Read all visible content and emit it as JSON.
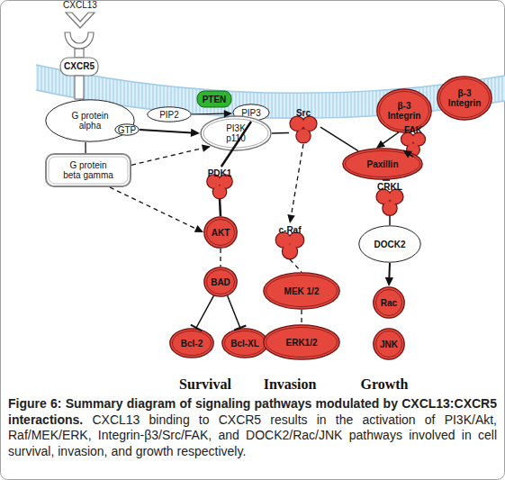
{
  "diagram": {
    "caption": "Figure 6: Summary diagram of signaling pathways modulated by CXCL13:CXCR5 interactions. CXCL13 binding to CXCR5 results in the activation of PI3K/Akt, Raf/MEK/ERK, Integrin-β3/Src/FAK, and DOCK2/Rac/JNK pathways involved in cell survival, invasion, and growth respectively.",
    "nodes": [
      {
        "text": [
          "CXCL13"
        ]
      },
      {
        "text": [
          "CXCR5"
        ]
      },
      {
        "text": [
          "G protein alpha"
        ]
      },
      {
        "text": [
          "GTP"
        ]
      },
      {
        "text": [
          "G protein beta gamma"
        ]
      },
      {
        "text": [
          "PTEN"
        ]
      },
      {
        "text": [
          "PIP2"
        ]
      },
      {
        "text": [
          "PIP3"
        ]
      },
      {
        "text": [
          "PI3K p110"
        ]
      },
      {
        "text": [
          "Src"
        ]
      },
      {
        "text": [
          "β-3 Integrin"
        ]
      },
      {
        "text": [
          "β-3 Integrin"
        ]
      },
      {
        "text": [
          "FAK"
        ]
      },
      {
        "text": [
          "PDK1"
        ]
      },
      {
        "text": [
          "AKT"
        ]
      },
      {
        "text": [
          "c-Raf"
        ]
      },
      {
        "text": [
          "Paxillin"
        ]
      },
      {
        "text": [
          "BAD"
        ]
      },
      {
        "text": [
          "MEK 1/2"
        ]
      },
      {
        "text": [
          "CRKL"
        ]
      },
      {
        "text": [
          "DOCK2"
        ]
      },
      {
        "text": [
          "Bcl-2"
        ]
      },
      {
        "text": [
          "Bcl-XL"
        ]
      },
      {
        "text": [
          "ERK1/2"
        ]
      },
      {
        "text": [
          "Rac"
        ]
      },
      {
        "text": [
          "JNK"
        ]
      }
    ],
    "edges": [
      {
        "from": 2,
        "to": 4,
        "arrow": "none"
      },
      {
        "from": 3,
        "to": 8,
        "arrow": "to"
      },
      {
        "from": 4,
        "to": 8,
        "arrow": "to"
      },
      {
        "from": 4,
        "to": 14,
        "arrow": "to"
      },
      {
        "from": 6,
        "to": 7,
        "arrow": "to"
      },
      {
        "from": 7,
        "to": 13,
        "arrow": "none"
      },
      {
        "from": 13,
        "to": 14,
        "arrow": "none"
      },
      {
        "from": 8,
        "to": 9,
        "arrow": "none"
      },
      {
        "from": 9,
        "to": 15,
        "arrow": "to"
      },
      {
        "from": 9,
        "to": 16,
        "arrow": "none"
      },
      {
        "from": 10,
        "to": 16,
        "arrow": "to"
      },
      {
        "from": 12,
        "to": 16,
        "arrow": "to"
      },
      {
        "from": 14,
        "to": 17,
        "arrow": "none"
      },
      {
        "from": 17,
        "to": 21,
        "arrow": "to"
      },
      {
        "from": 17,
        "to": 22,
        "arrow": "to"
      },
      {
        "from": 15,
        "to": 18,
        "arrow": "none"
      },
      {
        "from": 18,
        "to": 23,
        "arrow": "none"
      },
      {
        "from": 16,
        "to": 19,
        "arrow": "none"
      },
      {
        "from": 19,
        "to": 20,
        "arrow": "none"
      },
      {
        "from": 20,
        "to": 24,
        "arrow": "to"
      }
    ],
    "labels": [
      "Survival",
      "Invasion",
      "Growth"
    ]
  }
}
